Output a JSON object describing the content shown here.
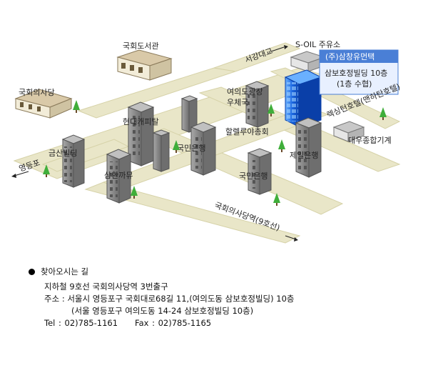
{
  "map": {
    "labels": {
      "national_library": "국회도서관",
      "national_assembly": "국회의사당",
      "soil_station": "S-OIL 주유소",
      "seogang_bridge": "서강대교",
      "target_company": "(주)삼창유먼택",
      "target_building": "삼보호정빌딩 10층",
      "target_floor": "(1층 수협)",
      "yeouido_plaza": "여의도광장",
      "post_office": "우체국",
      "hyundai_capital": "현대캐피탈",
      "kookmin_bank_1": "국민은행",
      "halleluya_church": "할렐루야총회",
      "lexington_hotel": "렉싱턴호텔(맨하탄호텔)",
      "daewoo_mall": "대우종합기계",
      "jeil_bank": "제일은행",
      "geumsan_building": "금산빌딩",
      "samhwan_camino": "삼환까뮤",
      "kookmin_bank_2": "국민은행",
      "yeongdeungpo": "영등포",
      "national_assembly_station": "국회의사당역(9호선)"
    },
    "colors": {
      "road": "#e9e6c8",
      "road_edge": "#d6d2a8",
      "building": "#8c8c8c",
      "target_blue": "#1a66e0",
      "callout": "#4a7fd6"
    }
  },
  "directions": {
    "heading": "찾아오시는 길",
    "subway": "지하철 9호선 국회의사당역 3번출구",
    "address": "주소 : 서울시 영등포구 국회대로68길 11,(여의도동 삼보호정빌딩) 10층",
    "address_old": "(서울 영등포구 여의도동 14-24 삼보호정빌딩 10층)",
    "tel": "Tel : 02)785-1161",
    "fax": "Fax : 02)785-1165"
  }
}
